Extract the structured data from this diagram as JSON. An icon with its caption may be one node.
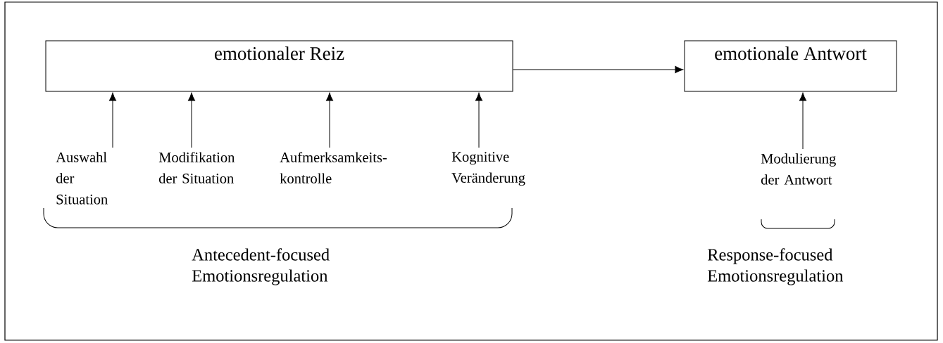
{
  "diagram": {
    "nodes": [
      {
        "text": [
          "emotionaler Reiz"
        ]
      },
      {
        "text": [
          "emotionale  Antwort"
        ]
      },
      {
        "text": [
          "Auswahl der Situation"
        ]
      },
      {
        "text": [
          "Modifikation der Situation"
        ]
      },
      {
        "text": [
          "Aufmerksamkeits- kontrolle"
        ]
      },
      {
        "text": [
          "Kognitive Veränderung"
        ]
      },
      {
        "text": [
          "Modulierung der Antwort"
        ]
      }
    ],
    "edges": [
      {
        "from": 0,
        "to": 1,
        "arrow": "to"
      },
      {
        "from": 2,
        "to": 0,
        "arrow": "to"
      },
      {
        "from": 3,
        "to": 0,
        "arrow": "to"
      },
      {
        "from": 4,
        "to": 0,
        "arrow": "to"
      },
      {
        "from": 5,
        "to": 0,
        "arrow": "to"
      },
      {
        "from": 6,
        "to": 1,
        "arrow": "to"
      }
    ],
    "labels": [
      "Antecedent-focused Emotionsregulation",
      "Response-focused Emotionsregulation"
    ]
  }
}
